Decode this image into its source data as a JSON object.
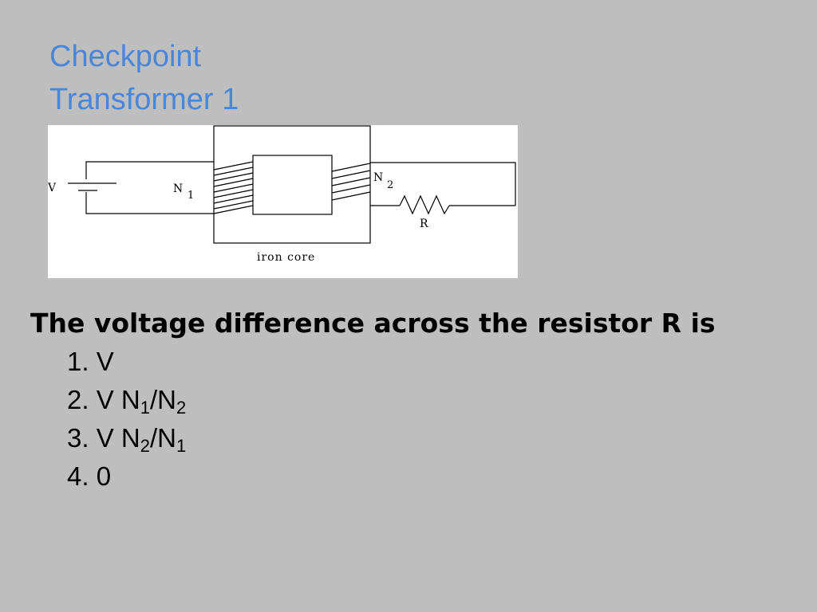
{
  "title": {
    "line1": "Checkpoint",
    "line2": "Transformer 1"
  },
  "diagram": {
    "battery_label": "V",
    "primary_coil_label": "N",
    "primary_coil_sub": "1",
    "secondary_coil_label": "N",
    "secondary_coil_sub": "2",
    "resistor_label": "R",
    "core_label": "iron core"
  },
  "question": {
    "text": "The voltage difference across the resistor R is",
    "choices": [
      {
        "num": "1.",
        "parts": [
          {
            "t": "V"
          }
        ]
      },
      {
        "num": "2.",
        "parts": [
          {
            "t": "V N"
          },
          {
            "sub": "1"
          },
          {
            "t": "/N"
          },
          {
            "sub": "2"
          }
        ]
      },
      {
        "num": "3.",
        "parts": [
          {
            "t": "V N"
          },
          {
            "sub": "2"
          },
          {
            "t": "/N"
          },
          {
            "sub": "1"
          }
        ]
      },
      {
        "num": "4.",
        "parts": [
          {
            "t": "0"
          }
        ]
      }
    ]
  },
  "colors": {
    "background": "#bebebe",
    "title": "#4a86d8",
    "text": "#000000"
  }
}
